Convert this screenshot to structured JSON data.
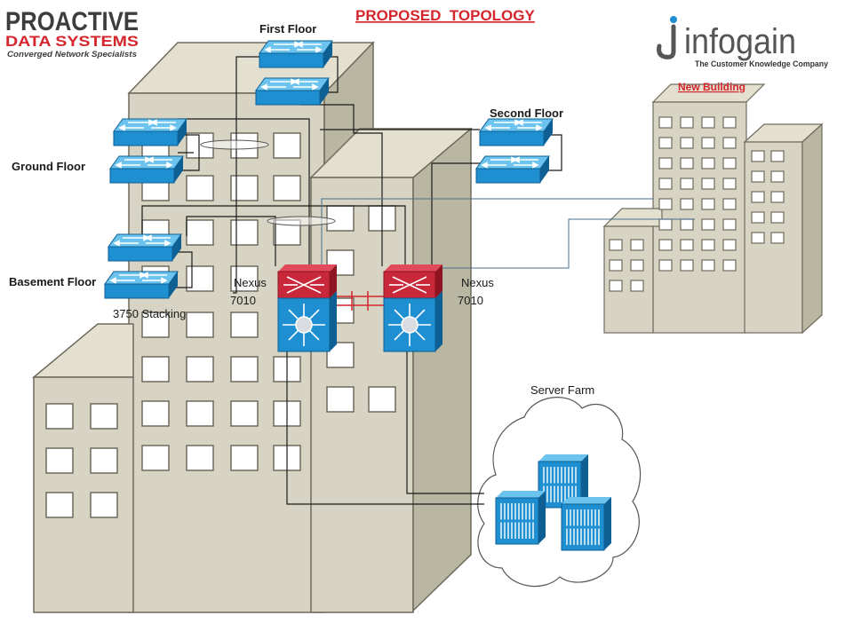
{
  "title": "PROPOSED  TOPOLOGY",
  "logos": {
    "proactive": {
      "line1": "PROACTIVE",
      "line2": "DATA SYSTEMS",
      "tagline": "Converged Network Specialists"
    },
    "infogain": {
      "name": "infogain",
      "tagline": "The Customer Knowledge Company"
    }
  },
  "labels": {
    "first_floor": "First Floor",
    "second_floor": "Second Floor",
    "ground_floor": "Ground Floor",
    "basement_floor": "Basement Floor",
    "stacking": "3750 Stacking",
    "nexus_left_1": "Nexus",
    "nexus_left_2": "7010",
    "nexus_right_1": "Nexus",
    "nexus_right_2": "7010",
    "new_building": "New Building",
    "server_farm": "Server Farm"
  },
  "colors": {
    "title": "#d4262c",
    "switch": "#1e8fd0",
    "switch_dark": "#0d5f94",
    "nexus_top": "#c8283a",
    "building": "#d7d4c3",
    "building_side": "#b9b6a2",
    "window": "#ffffff"
  },
  "icons": {
    "switch": "workgroup-switch-icon",
    "nexus": "nexus-7010-icon",
    "server": "server-icon",
    "cloud": "cloud-icon"
  }
}
